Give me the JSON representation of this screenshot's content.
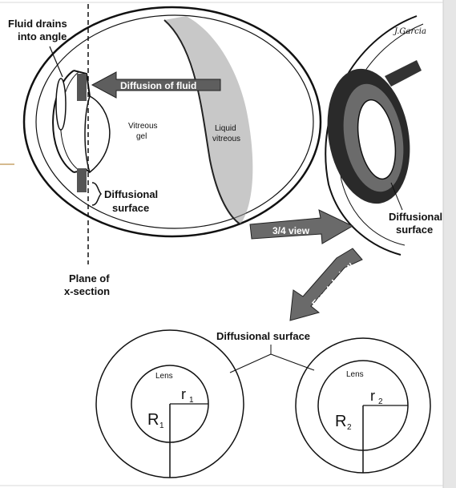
{
  "labels": {
    "fluid_drains": [
      "Fluid drains",
      "into angle"
    ],
    "diffusion_of_fluid": "Diffusion of fluid",
    "vitreous_gel": [
      "Vitreous",
      "gel"
    ],
    "liquid_vitreous": [
      "Liquid",
      "vitreous"
    ],
    "diffusional_surface_left": [
      "Diffusional",
      "surface"
    ],
    "plane_of_section": [
      "Plane of",
      "x-section"
    ],
    "view_34": "3/4 view",
    "frontal_view": "Frontal view",
    "diffusional_surface_right": [
      "Diffusional",
      "surface"
    ],
    "diffusional_surface_bottom": "Diffusional surface",
    "lens_left": "Lens",
    "lens_right": "Lens",
    "r1": "r",
    "r1_sub": "1",
    "R1": "R",
    "R1_sub": "1",
    "r2": "r",
    "r2_sub": "2",
    "R2": "R",
    "R2_sub": "2"
  },
  "colors": {
    "ink": "#111111",
    "arrow_fill": "#6a6a6a",
    "vitreous_shade": "#8c8c8c",
    "background": "#ffffff"
  }
}
